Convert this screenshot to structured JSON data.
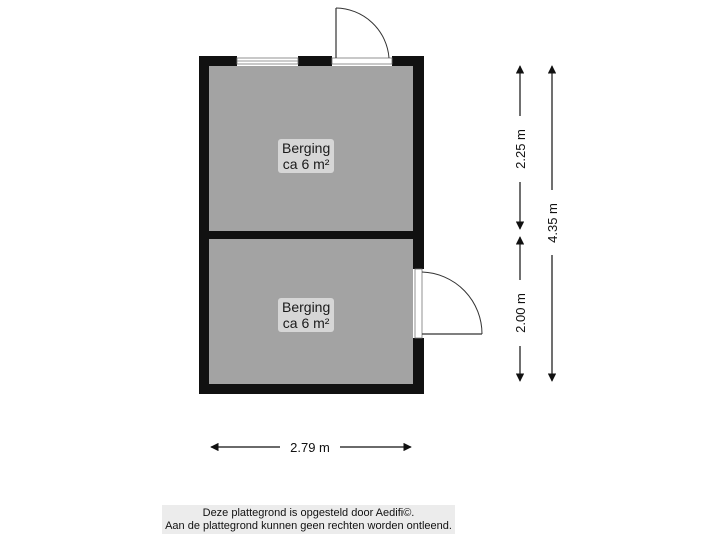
{
  "rooms": [
    {
      "name": "Berging",
      "area": "ca 6 m²"
    },
    {
      "name": "Berging",
      "area": "ca 6 m²"
    }
  ],
  "dimensions": {
    "width": "2.79 m",
    "height_upper": "2.25 m",
    "height_lower": "2.00 m",
    "height_total": "4.35 m"
  },
  "footer": {
    "line1": "Deze plattegrond is opgesteld door Aedifi©.",
    "line2": "Aan de plattegrond kunnen geen rechten worden ontleend."
  },
  "colors": {
    "wall": "#111111",
    "floor": "#a3a3a3",
    "label_bg": "#d6d6d6"
  }
}
